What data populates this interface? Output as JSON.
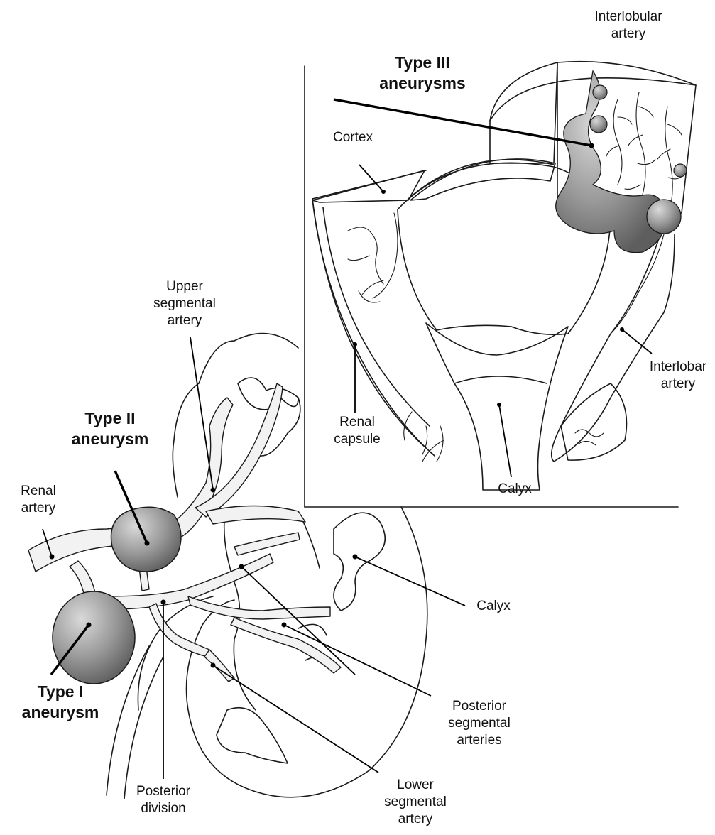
{
  "labels": {
    "interlobular_artery": "Interlobular\nartery",
    "type3_aneurysms": "Type III\naneurysms",
    "cortex": "Cortex",
    "upper_segmental_artery": "Upper\nsegmental\nartery",
    "type2_aneurysm": "Type II\naneurysm",
    "renal_artery": "Renal\nartery",
    "renal_capsule": "Renal\ncapsule",
    "interlobar_artery": "Interlobar\nartery",
    "calyx_inset": "Calyx",
    "calyx_main": "Calyx",
    "type1_aneurysm": "Type I\naneurysm",
    "posterior_segmental_arteries": "Posterior\nsegmental\narteries",
    "posterior_division": "Posterior\ndivision",
    "lower_segmental_artery": "Lower\nsegmental\nartery"
  },
  "colors": {
    "ink": "#1a1a1a",
    "aneurysm_fill": "#8c8c8c",
    "aneurysm_highlight": "#d9d9d9",
    "hatch": "#555555"
  }
}
